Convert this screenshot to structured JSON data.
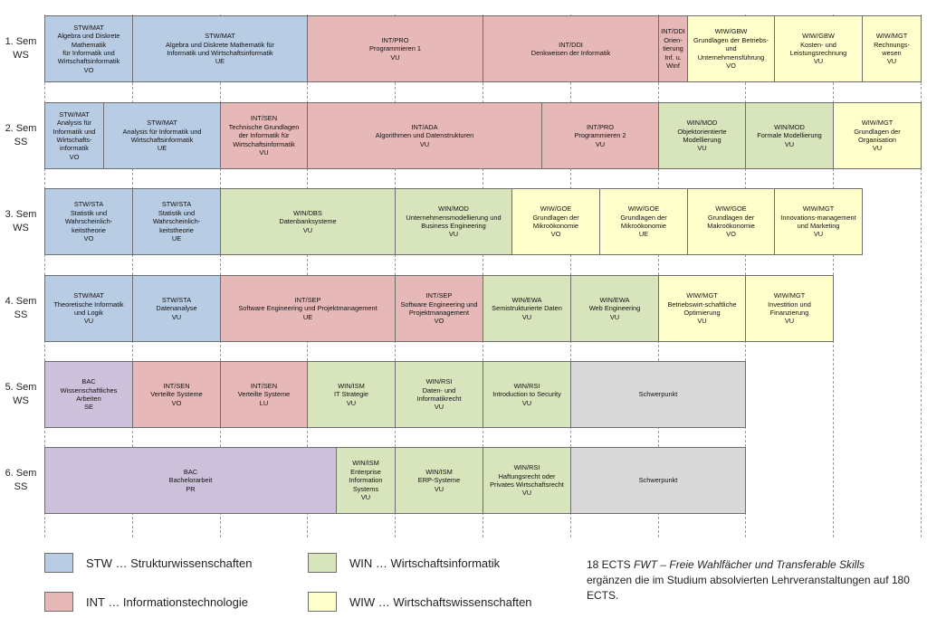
{
  "semesters": [
    {
      "label": "1. Sem\nWS",
      "cells": [
        {
          "group": "STW",
          "text": "STW/MAT\nAlgebra und Diskrete Mathematik\nfür Informatik und\nWirtschaftsinformatik\nVO",
          "span": [
            0,
            1
          ]
        },
        {
          "group": "STW",
          "text": "STW/MAT\nAlgebra und Diskrete Mathematik für\nInformatik und Wirtschaftsinformatik\nUE",
          "span": [
            1,
            3
          ]
        },
        {
          "group": "INT",
          "text": "INT/PRO\nProgrammieren 1\nVU",
          "span": [
            3,
            5
          ]
        },
        {
          "group": "INT",
          "text": "INT/DDI\nDenkweisen der Informatik",
          "span": [
            5,
            7
          ]
        },
        {
          "group": "INT",
          "text": "INT/DDI\nOrien-\ntierung\nInf. u.\nWinf",
          "span": [
            7,
            7.33
          ]
        },
        {
          "group": "WIW",
          "text": "WIW/GBW\nGrundlagen der Betriebs-\nund\nUnternehmensführung\nVO",
          "span": [
            7.33,
            8.33
          ]
        },
        {
          "group": "WIW",
          "text": "WIW/GBW\nKosten- und\nLeistungsrechnung\nVU",
          "span": [
            8.33,
            9.33
          ]
        },
        {
          "group": "WIW",
          "text": "WIW/MGT\nRechnungs-\nwesen\nVU",
          "span": [
            9.33,
            10
          ]
        }
      ]
    },
    {
      "label": "2. Sem\nSS",
      "cells": [
        {
          "group": "STW",
          "text": "STW/MAT\nAnalysis für\nInformatik und\nWirtschafts-\ninformatik\nVO",
          "span": [
            0,
            0.67
          ]
        },
        {
          "group": "STW",
          "text": "STW/MAT\nAnalysis für Informatik und\nWirtschaftsinformatik\nUE",
          "span": [
            0.67,
            2
          ]
        },
        {
          "group": "INT",
          "text": "INT/SEN\nTechnische Grundlagen\nder Informatik für\nWirtschaftsinformatik\nVU",
          "span": [
            2,
            3
          ]
        },
        {
          "group": "INT",
          "text": "INT/ADA\nAlgorithmen und Datenstrukturen\nVU",
          "span": [
            3,
            5.67
          ]
        },
        {
          "group": "INT",
          "text": "INT/PRO\nProgrammieren 2\nVU",
          "span": [
            5.67,
            7
          ]
        },
        {
          "group": "WIN",
          "text": "WIN/MOD\nObjektorientierte\nModellierung\nVU",
          "span": [
            7,
            8
          ]
        },
        {
          "group": "WIN",
          "text": "WIN/MOD\nFormale Modellierung\nVU",
          "span": [
            8,
            9
          ]
        },
        {
          "group": "WIW",
          "text": "WIW/MGT\nGrundlagen der\nOrganisation\nVU",
          "span": [
            9,
            10
          ]
        }
      ]
    },
    {
      "label": "3. Sem\nWS",
      "cells": [
        {
          "group": "STW",
          "text": "STW/STA\nStatistik und\nWahrscheinlich-\nkeitstheorie\nVO",
          "span": [
            0,
            1
          ]
        },
        {
          "group": "STW",
          "text": "STW/STA\nStatistik und\nWahrscheinlich-\nkeitstheorie\nUE",
          "span": [
            1,
            2
          ]
        },
        {
          "group": "WIN",
          "text": "WIN/DBS\nDatenbanksysteme\nVU",
          "span": [
            2,
            4
          ]
        },
        {
          "group": "WIN",
          "text": "WIN/MOD\nUnternehmensmodellierung und\nBusiness Engineering\nVU",
          "span": [
            4,
            5.33
          ]
        },
        {
          "group": "WIW",
          "text": "WIW/GOE\nGrundlagen der\nMikroökonomie\nVO",
          "span": [
            5.33,
            6.33
          ]
        },
        {
          "group": "WIW",
          "text": "WIW/GOE\nGrundlagen der\nMikroökonomie\nUE",
          "span": [
            6.33,
            7.33
          ]
        },
        {
          "group": "WIW",
          "text": "WIW/GOE\nGrundlagen der\nMakroökonomie\nVO",
          "span": [
            7.33,
            8.33
          ]
        },
        {
          "group": "WIW",
          "text": "WIW/MGT\nInnovations-management\nund Marketing\nVU",
          "span": [
            8.33,
            9.33
          ]
        }
      ]
    },
    {
      "label": "4. Sem\nSS",
      "cells": [
        {
          "group": "STW",
          "text": "STW/MAT\nTheoretische Informatik\nund Logik\nVU",
          "span": [
            0,
            1
          ]
        },
        {
          "group": "STW",
          "text": "STW/STA\nDatenanalyse\nVU",
          "span": [
            1,
            2
          ]
        },
        {
          "group": "INT",
          "text": "INT/SEP\nSoftware Engineering und Projektmanagement\nUE",
          "span": [
            2,
            4
          ]
        },
        {
          "group": "INT",
          "text": "INT/SEP\nSoftware Engineering und\nProjektmanagement\nVO",
          "span": [
            4,
            5
          ]
        },
        {
          "group": "WIN",
          "text": "WIN/EWA\nSemistrukturierte Daten\nVU",
          "span": [
            5,
            6
          ]
        },
        {
          "group": "WIN",
          "text": "WIN/EWA\nWeb Engineering\nVU",
          "span": [
            6,
            7
          ]
        },
        {
          "group": "WIW",
          "text": "WIW/MGT\nBetriebswirt-schaftliche\nOptimierung\nVU",
          "span": [
            7,
            8
          ]
        },
        {
          "group": "WIW",
          "text": "WIW/MGT\nInvestition und\nFinanzierung\nVU",
          "span": [
            8,
            9
          ]
        }
      ]
    },
    {
      "label": "5. Sem\nWS",
      "cells": [
        {
          "group": "BAC",
          "text": "BAC\nWissenschaftliches\nArbeiten\nSE",
          "span": [
            0,
            1
          ]
        },
        {
          "group": "INT",
          "text": "INT/SEN\nVerteilte Systeme\nVO",
          "span": [
            1,
            2
          ]
        },
        {
          "group": "INT",
          "text": "INT/SEN\nVerteilte Systeme\nLU",
          "span": [
            2,
            3
          ]
        },
        {
          "group": "WIN",
          "text": "WIN/ISM\nIT Strategie\nVU",
          "span": [
            3,
            4
          ]
        },
        {
          "group": "WIN",
          "text": "WIN/RSI\nDaten- und\nInformatikrecht\nVU",
          "span": [
            4,
            5
          ]
        },
        {
          "group": "WIN",
          "text": "WIN/RSI\nIntroduction to Security\nVU",
          "span": [
            5,
            6
          ]
        },
        {
          "group": "SP",
          "text": "Schwerpunkt",
          "span": [
            6,
            8
          ]
        }
      ]
    },
    {
      "label": "6. Sem\nSS",
      "cells": [
        {
          "group": "BAC",
          "text": "BAC\nBachelorarbeit\nPR",
          "span": [
            0,
            3.33
          ]
        },
        {
          "group": "WIN",
          "text": "WIN/ISM\nEnterprise\nInformation\nSystems\nVU",
          "span": [
            3.33,
            4
          ]
        },
        {
          "group": "WIN",
          "text": "WIN/ISM\nERP-Systeme\nVU",
          "span": [
            4,
            5
          ]
        },
        {
          "group": "WIN",
          "text": "WIN/RSI\nHaftungsrecht oder\nPrivates Wirtschaftsrecht\nVU",
          "span": [
            5,
            6
          ]
        },
        {
          "group": "SP",
          "text": "Schwerpunkt",
          "span": [
            6,
            8
          ]
        }
      ]
    }
  ],
  "legend": [
    {
      "group": "STW",
      "label": "STW … Strukturwissenschaften"
    },
    {
      "group": "WIN",
      "label": "WIN … Wirtschaftsinformatik"
    },
    {
      "group": "INT",
      "label": "INT … Informationstechnologie"
    },
    {
      "group": "WIW",
      "label": "WIW … Wirtschaftswissenschaften"
    }
  ],
  "note": {
    "prefix": "18 ECTS ",
    "italic": "FWT – Freie Wahlfächer und Transferable Skills",
    "suffix": "ergänzen die im Studium absolvierten Lehrveranstaltungen auf 180 ECTS."
  },
  "colors": {
    "STW": "#b8cce4",
    "INT": "#e6b8b7",
    "WIN": "#d8e4bc",
    "WIW": "#ffffcc",
    "BAC": "#ccc0da",
    "SP": "#d9d9d9"
  }
}
